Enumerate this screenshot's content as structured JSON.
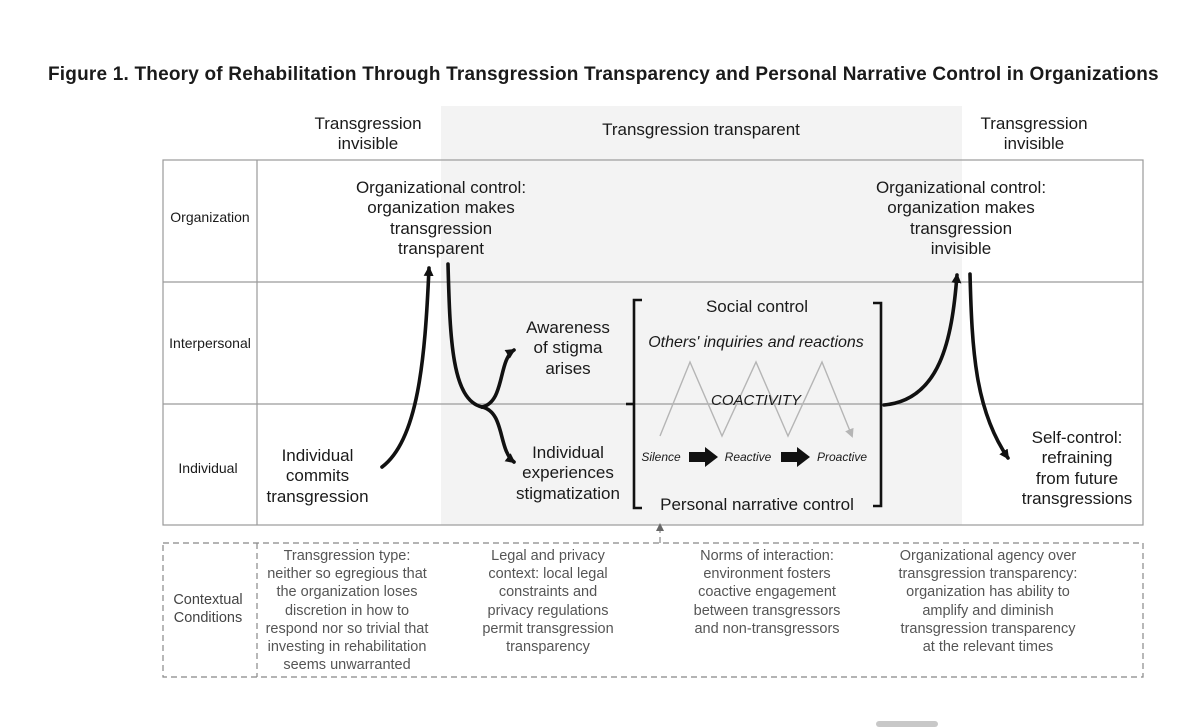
{
  "title": "Figure 1.  Theory of Rehabilitation Through Transgression Transparency and Personal Narrative Control in Organizations",
  "columns": {
    "left": "Transgression\ninvisible",
    "middle": "Transgression transparent",
    "right": "Transgression\ninvisible"
  },
  "rows": {
    "organization": "Organization",
    "interpersonal": "Interpersonal",
    "individual": "Individual"
  },
  "nodes": {
    "org_transparent": "Organizational control:\norganization makes\ntransgression\ntransparent",
    "org_invisible": "Organizational control:\norganization makes\ntransgression\ninvisible",
    "individual_commits": "Individual\ncommits\ntransgression",
    "awareness": "Awareness\nof stigma\narises",
    "experiences": "Individual\nexperiences\nstigmatization",
    "self_control": "Self-control:\nrefraining\nfrom future\ntransgressions"
  },
  "bracket": {
    "social_control": "Social control",
    "others": "Others' inquiries and reactions",
    "coactivity": "COACTIVITY",
    "silence": "Silence",
    "reactive": "Reactive",
    "proactive": "Proactive",
    "personal": "Personal narrative control"
  },
  "contextual": {
    "label": "Contextual\nConditions",
    "col1": "Transgression type:\nneither so egregious that\nthe organization loses\ndiscretion in how to\nrespond nor so trivial that\ninvesting in rehabilitation\nseems unwarranted",
    "col2": "Legal and privacy\ncontext: local legal\nconstraints and\nprivacy regulations\npermit transgression\ntransparency",
    "col3": "Norms of interaction:\nenvironment fosters\ncoactive engagement\nbetween transgressors\nand non-transgressors",
    "col4": "Organizational agency over\ntransgression transparency:\norganization has ability to\namplify and diminish\ntransgression transparency\nat the relevant times"
  },
  "colors": {
    "shade": "#f3f3f3",
    "grid": "#9a9a9a",
    "arrow": "#111111",
    "zigzag": "#b5b5b5"
  }
}
